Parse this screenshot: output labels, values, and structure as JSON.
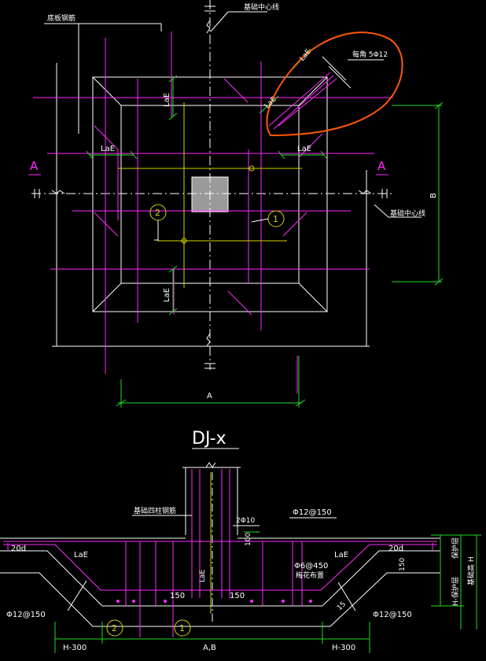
{
  "plan": {
    "label_bottom_rebar": "底板钢筋",
    "label_center_top": "基础中心线",
    "label_center_right": "基础中心线",
    "label_per_corner": "每角 5Φ12",
    "label_lae": "LaE",
    "section_mark": "A",
    "dim_a": "A",
    "dim_b": "B",
    "circle_1": "1",
    "circle_2": "2"
  },
  "section": {
    "title": "DJ-x",
    "label_column_rebar": "基础四柱钢筋",
    "label_2phi10": "2Φ10",
    "label_phi12_top": "Φ12@150",
    "label_100": "100",
    "label_20d": "20d",
    "label_lae": "LaE",
    "label_phi6": "Φ6@450",
    "label_plum": "梅花布置",
    "label_150": "150",
    "label_phi12": "Φ12@150",
    "label_cover": "保护层",
    "label_base_h": "基础高 H",
    "label_h_cover": "H-保护层",
    "label_h300": "H-300",
    "label_ab": "A,B",
    "label_15": "15",
    "circle_1": "1",
    "circle_2": "2"
  },
  "colors": {
    "background": "#000000",
    "outline": "#ffffff",
    "rebar": "#ff2bff",
    "dimension": "#22dd22",
    "axis": "#d4d400",
    "highlight": "#ff5a00"
  }
}
